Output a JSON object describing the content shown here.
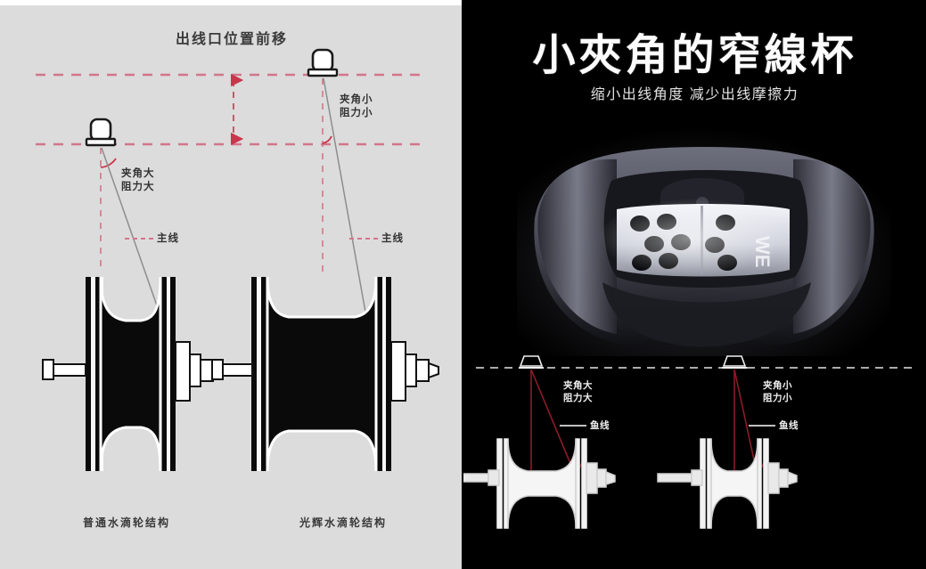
{
  "left_panel": {
    "title": "出线口位置前移",
    "bg_color": "#dcdcdc",
    "accent_color": "#d9697c",
    "annotations": {
      "big_angle": {
        "line1": "夹角大",
        "line2": "阻力大"
      },
      "small_angle": {
        "line1": "夹角小",
        "line2": "阻力小"
      },
      "main_line_left": "主线",
      "main_line_right": "主线"
    },
    "captions": {
      "left": "普通水滴轮结构",
      "right": "光辉水滴轮结构"
    }
  },
  "right_panel": {
    "title": "小夾角的窄線杯",
    "subtitle": "缩小出线角度 减少出线摩擦力",
    "bg_color": "#000000",
    "line_color": "#8c1c28",
    "photo_text": "WE",
    "diagram": {
      "left": {
        "label_line1": "夹角大",
        "label_line2": "阻力大",
        "legend": "鱼线"
      },
      "right": {
        "label_line1": "夹角小",
        "label_line2": "阻力小",
        "legend": "鱼线"
      }
    }
  }
}
